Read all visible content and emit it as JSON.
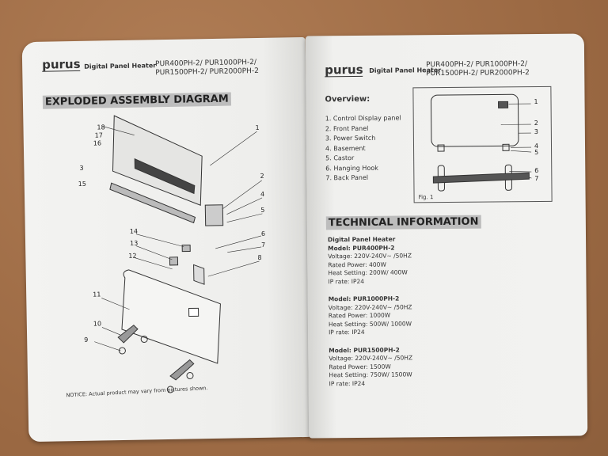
{
  "brand": "purus",
  "product": "Digital Panel Heater",
  "models_line1": "PUR400PH-2/ PUR1000PH-2/",
  "models_line2": "PUR1500PH-2/ PUR2000PH-2",
  "left": {
    "section_title": "EXPLODED ASSEMBLY DIAGRAM",
    "part_labels": [
      "18",
      "17",
      "16",
      "1",
      "3",
      "15",
      "2",
      "4",
      "5",
      "14",
      "13",
      "6",
      "7",
      "12",
      "8",
      "11",
      "10",
      "9"
    ],
    "notice": "NOTICE: Actual product may vary from pictures shown."
  },
  "right": {
    "overview_title": "Overview:",
    "overview_items": [
      "1. Control Display panel",
      "2. Front Panel",
      "3. Power Switch",
      "4. Basement",
      "5. Castor",
      "6. Hanging Hook",
      "7. Back Panel"
    ],
    "fig_labels": [
      "1",
      "2",
      "3",
      "4",
      "5",
      "6",
      "7"
    ],
    "fig_caption": "Fig. 1",
    "tech_title": "TECHNICAL INFORMATION",
    "tech_heading": "Digital Panel Heater",
    "specs": [
      {
        "model": "Model: PUR400PH-2",
        "voltage": "Voltage: 220V-240V~ /50HZ",
        "power": "Rated Power: 400W",
        "heat": "Heat Setting: 200W/ 400W",
        "ip": "IP rate: IP24"
      },
      {
        "model": "Model: PUR1000PH-2",
        "voltage": "Voltage: 220V-240V~ /50HZ",
        "power": "Rated Power: 1000W",
        "heat": "Heat Setting: 500W/ 1000W",
        "ip": "IP rate: IP24"
      },
      {
        "model": "Model: PUR1500PH-2",
        "voltage": "Voltage: 220V-240V~ /50HZ",
        "power": "Rated Power: 1500W",
        "heat": "Heat Setting: 750W/ 1500W",
        "ip": "IP rate: IP24"
      }
    ]
  }
}
